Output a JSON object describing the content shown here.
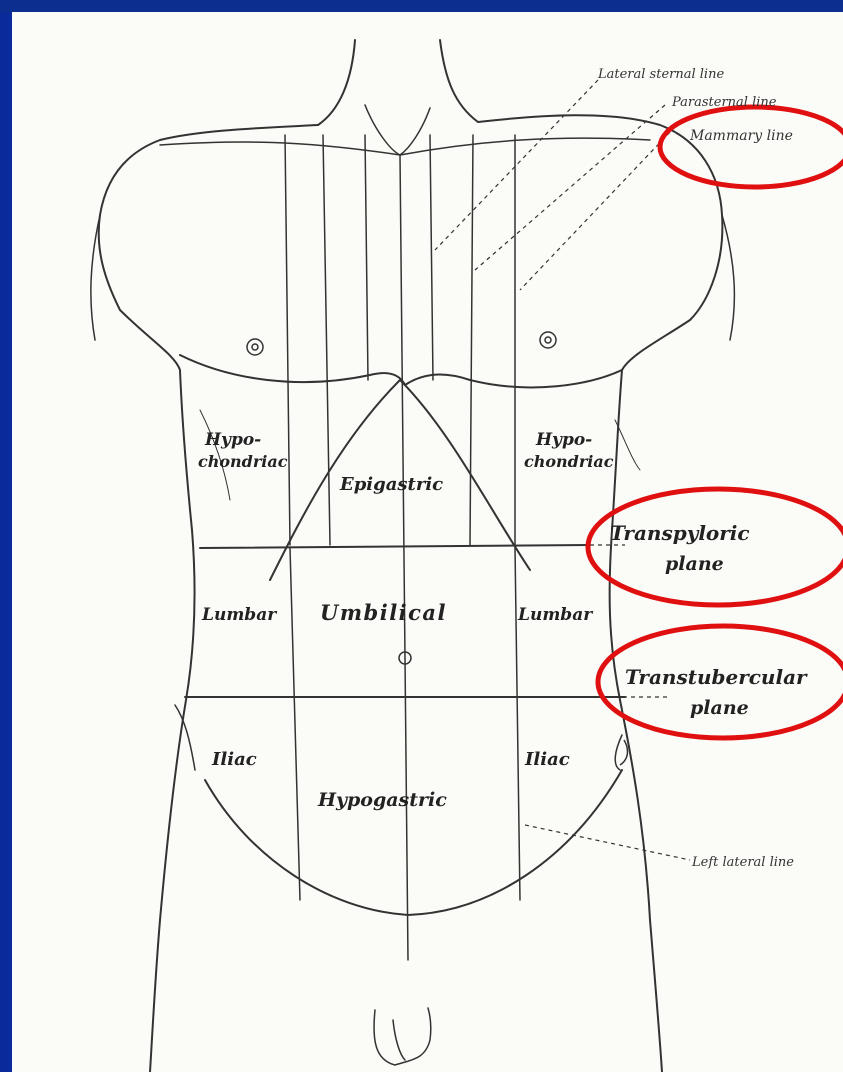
{
  "diagram": {
    "labels": {
      "lateral_sternal_line": "Lateral sternal line",
      "parasternal_line": "Parasternal line",
      "mammary_line": "Mammary line",
      "hypochondriac_right_1": "Hypo-",
      "hypochondriac_right_2": "chondriac",
      "hypochondriac_left_1": "Hypo-",
      "hypochondriac_left_2": "chondriac",
      "epigastric": "Epigastric",
      "transpyloric_1": "Transpyloric",
      "transpyloric_2": "plane",
      "lumbar_right": "Lumbar",
      "umbilical": "Umbilical",
      "lumbar_left": "Lumbar",
      "transtubercular_1": "Transtubercular",
      "transtubercular_2": "plane",
      "iliac_right": "Iliac",
      "iliac_left": "Iliac",
      "hypogastric": "Hypogastric",
      "left_lateral_line": "Left lateral line"
    },
    "highlight_color": "#e01010",
    "line_color": "#333333"
  }
}
